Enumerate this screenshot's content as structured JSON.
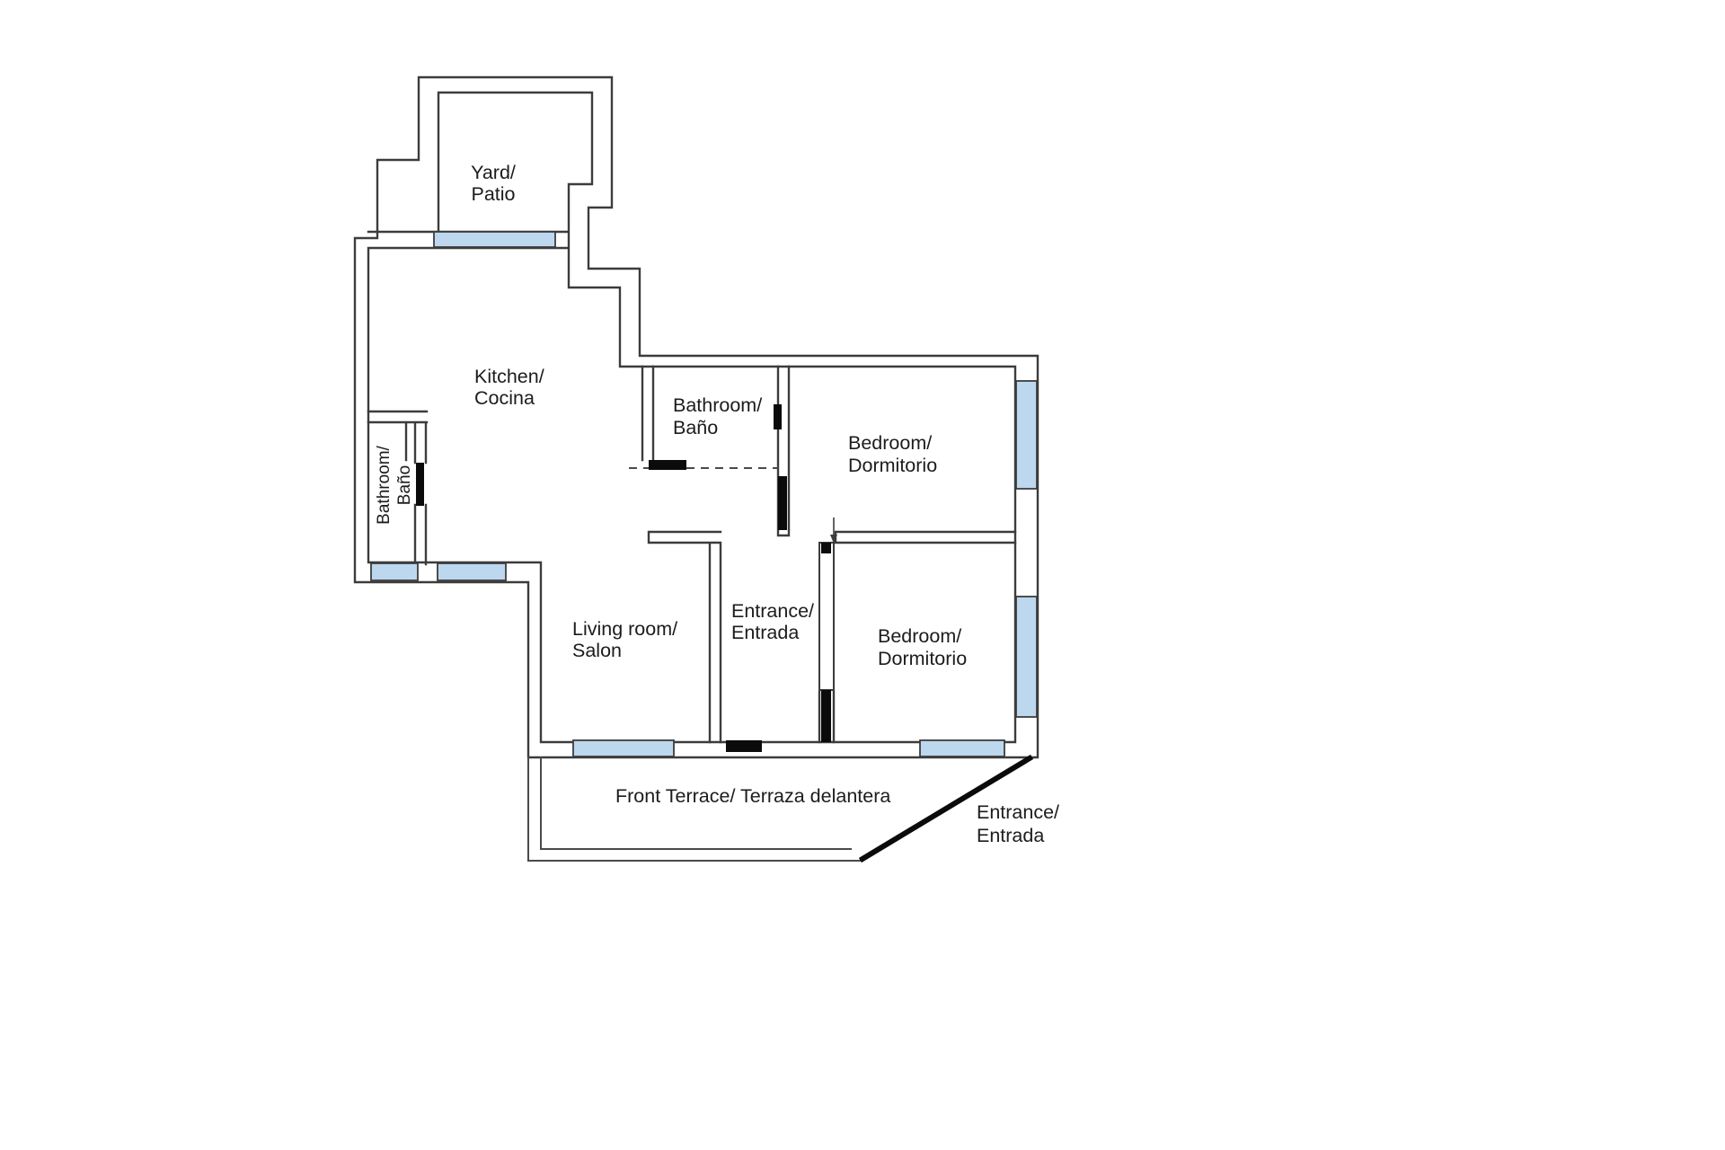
{
  "diagram": {
    "type": "floor-plan",
    "description": "Apartment floor plan with bilingual English/Spanish room labels"
  },
  "labels": {
    "yard": {
      "line1": "Yard/",
      "line2": "Patio"
    },
    "kitchen": {
      "line1": "Kitchen/",
      "line2": "Cocina"
    },
    "bathroom_left": {
      "line1": "Bathroom/",
      "line2": "Baño"
    },
    "bathroom_main": {
      "line1": "Bathroom/",
      "line2": "Baño"
    },
    "bedroom_top": {
      "line1": "Bedroom/",
      "line2": "Dormitorio"
    },
    "bedroom_bottom": {
      "line1": "Bedroom/",
      "line2": "Dormitorio"
    },
    "living_room": {
      "line1": "Living room/",
      "line2": "Salon"
    },
    "entrance_hall": {
      "line1": "Entrance/",
      "line2": "Entrada"
    },
    "front_terrace": {
      "line1": "Front Terrace/ Terraza delantera"
    },
    "entrance_outer": {
      "line1": "Entrance/",
      "line2": "Entrada"
    }
  },
  "colors": {
    "window_fill": "#bdd7ee",
    "wall": "#3c3c3c",
    "door": "#0b0b0b",
    "text": "#1c1c1c",
    "background": "#ffffff"
  }
}
